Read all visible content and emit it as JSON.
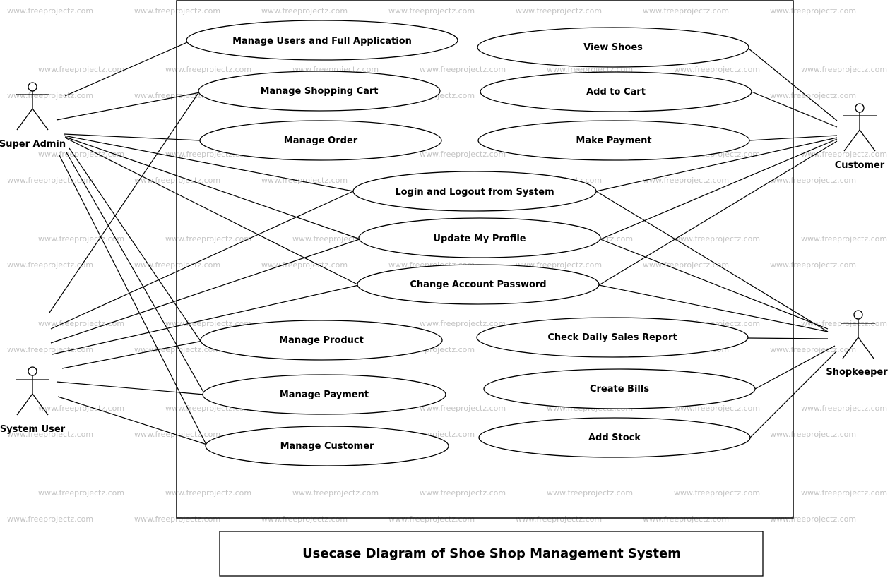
{
  "watermark": "www.freeprojectz.com",
  "title": "Usecase Diagram of Shoe Shop Management System",
  "actors": [
    {
      "id": "super_admin",
      "label": "Super Admin"
    },
    {
      "id": "system_user",
      "label": "System User"
    },
    {
      "id": "customer",
      "label": "Customer"
    },
    {
      "id": "shopkeeper",
      "label": "Shopkeeper"
    }
  ],
  "usecases": [
    {
      "id": "manage_users",
      "label": "Manage Users and Full Application"
    },
    {
      "id": "manage_cart",
      "label": "Manage Shopping Cart"
    },
    {
      "id": "manage_order",
      "label": "Manage Order"
    },
    {
      "id": "login_logout",
      "label": "Login and Logout from System"
    },
    {
      "id": "update_profile",
      "label": "Update My Profile"
    },
    {
      "id": "change_password",
      "label": "Change Account Password"
    },
    {
      "id": "manage_product",
      "label": "Manage Product"
    },
    {
      "id": "manage_payment",
      "label": "Manage Payment"
    },
    {
      "id": "manage_customer",
      "label": "Manage Customer"
    },
    {
      "id": "view_shoes",
      "label": "View Shoes"
    },
    {
      "id": "add_to_cart",
      "label": "Add to Cart"
    },
    {
      "id": "make_payment",
      "label": "Make Payment"
    },
    {
      "id": "daily_sales",
      "label": "Check Daily Sales Report"
    },
    {
      "id": "create_bills",
      "label": "Create Bills"
    },
    {
      "id": "add_stock",
      "label": "Add Stock"
    }
  ],
  "associations": [
    [
      "super_admin",
      "manage_users"
    ],
    [
      "super_admin",
      "manage_cart"
    ],
    [
      "super_admin",
      "manage_order"
    ],
    [
      "super_admin",
      "login_logout"
    ],
    [
      "super_admin",
      "update_profile"
    ],
    [
      "super_admin",
      "change_password"
    ],
    [
      "super_admin",
      "manage_product"
    ],
    [
      "super_admin",
      "manage_payment"
    ],
    [
      "super_admin",
      "manage_customer"
    ],
    [
      "system_user",
      "manage_cart"
    ],
    [
      "system_user",
      "login_logout"
    ],
    [
      "system_user",
      "update_profile"
    ],
    [
      "system_user",
      "change_password"
    ],
    [
      "system_user",
      "manage_product"
    ],
    [
      "system_user",
      "manage_payment"
    ],
    [
      "system_user",
      "manage_customer"
    ],
    [
      "customer",
      "view_shoes"
    ],
    [
      "customer",
      "add_to_cart"
    ],
    [
      "customer",
      "make_payment"
    ],
    [
      "customer",
      "login_logout"
    ],
    [
      "customer",
      "update_profile"
    ],
    [
      "customer",
      "change_password"
    ],
    [
      "shopkeeper",
      "login_logout"
    ],
    [
      "shopkeeper",
      "update_profile"
    ],
    [
      "shopkeeper",
      "change_password"
    ],
    [
      "shopkeeper",
      "daily_sales"
    ],
    [
      "shopkeeper",
      "create_bills"
    ],
    [
      "shopkeeper",
      "add_stock"
    ]
  ]
}
